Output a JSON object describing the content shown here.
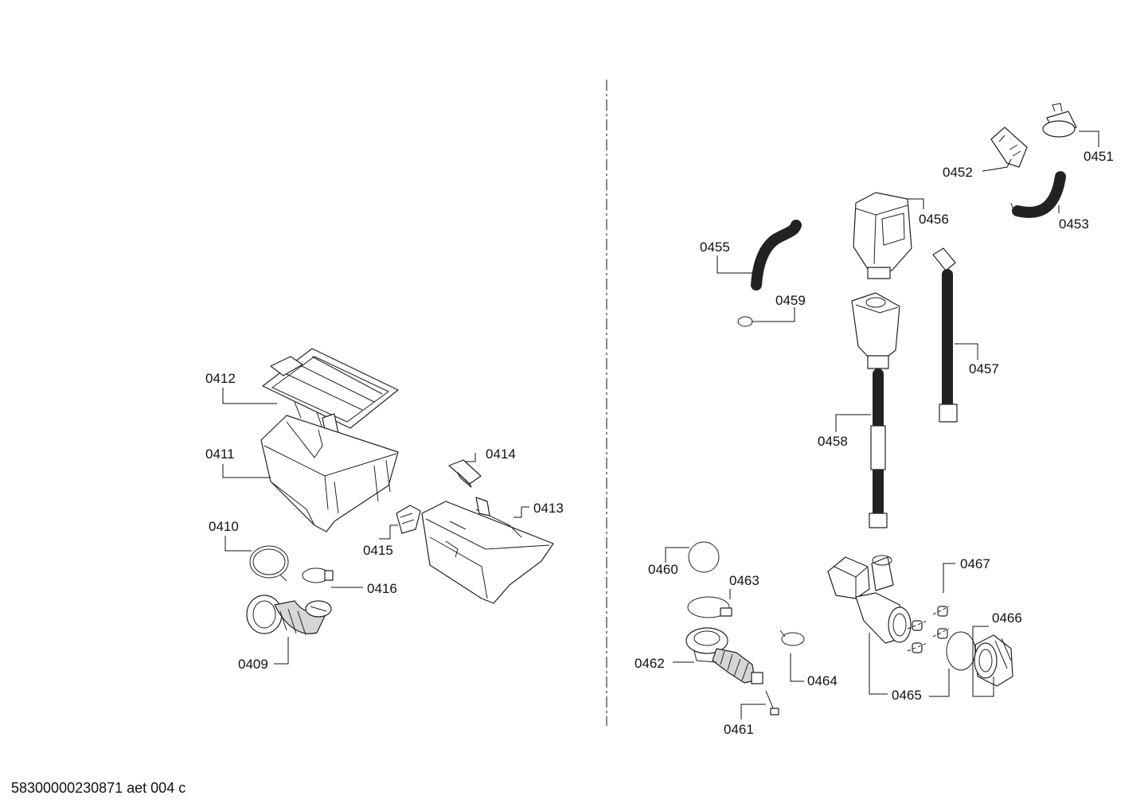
{
  "document_id": "58300000230871 aet 004 c",
  "labels": {
    "p0409": "0409",
    "p0410": "0410",
    "p0411": "0411",
    "p0412": "0412",
    "p0413": "0413",
    "p0414": "0414",
    "p0415": "0415",
    "p0416": "0416",
    "p0451": "0451",
    "p0452": "0452",
    "p0453": "0453",
    "p0455": "0455",
    "p0456": "0456",
    "p0457": "0457",
    "p0458": "0458",
    "p0459": "0459",
    "p0460": "0460",
    "p0461": "0461",
    "p0462": "0462",
    "p0463": "0463",
    "p0464": "0464",
    "p0465": "0465",
    "p0466": "0466",
    "p0467": "0467"
  }
}
